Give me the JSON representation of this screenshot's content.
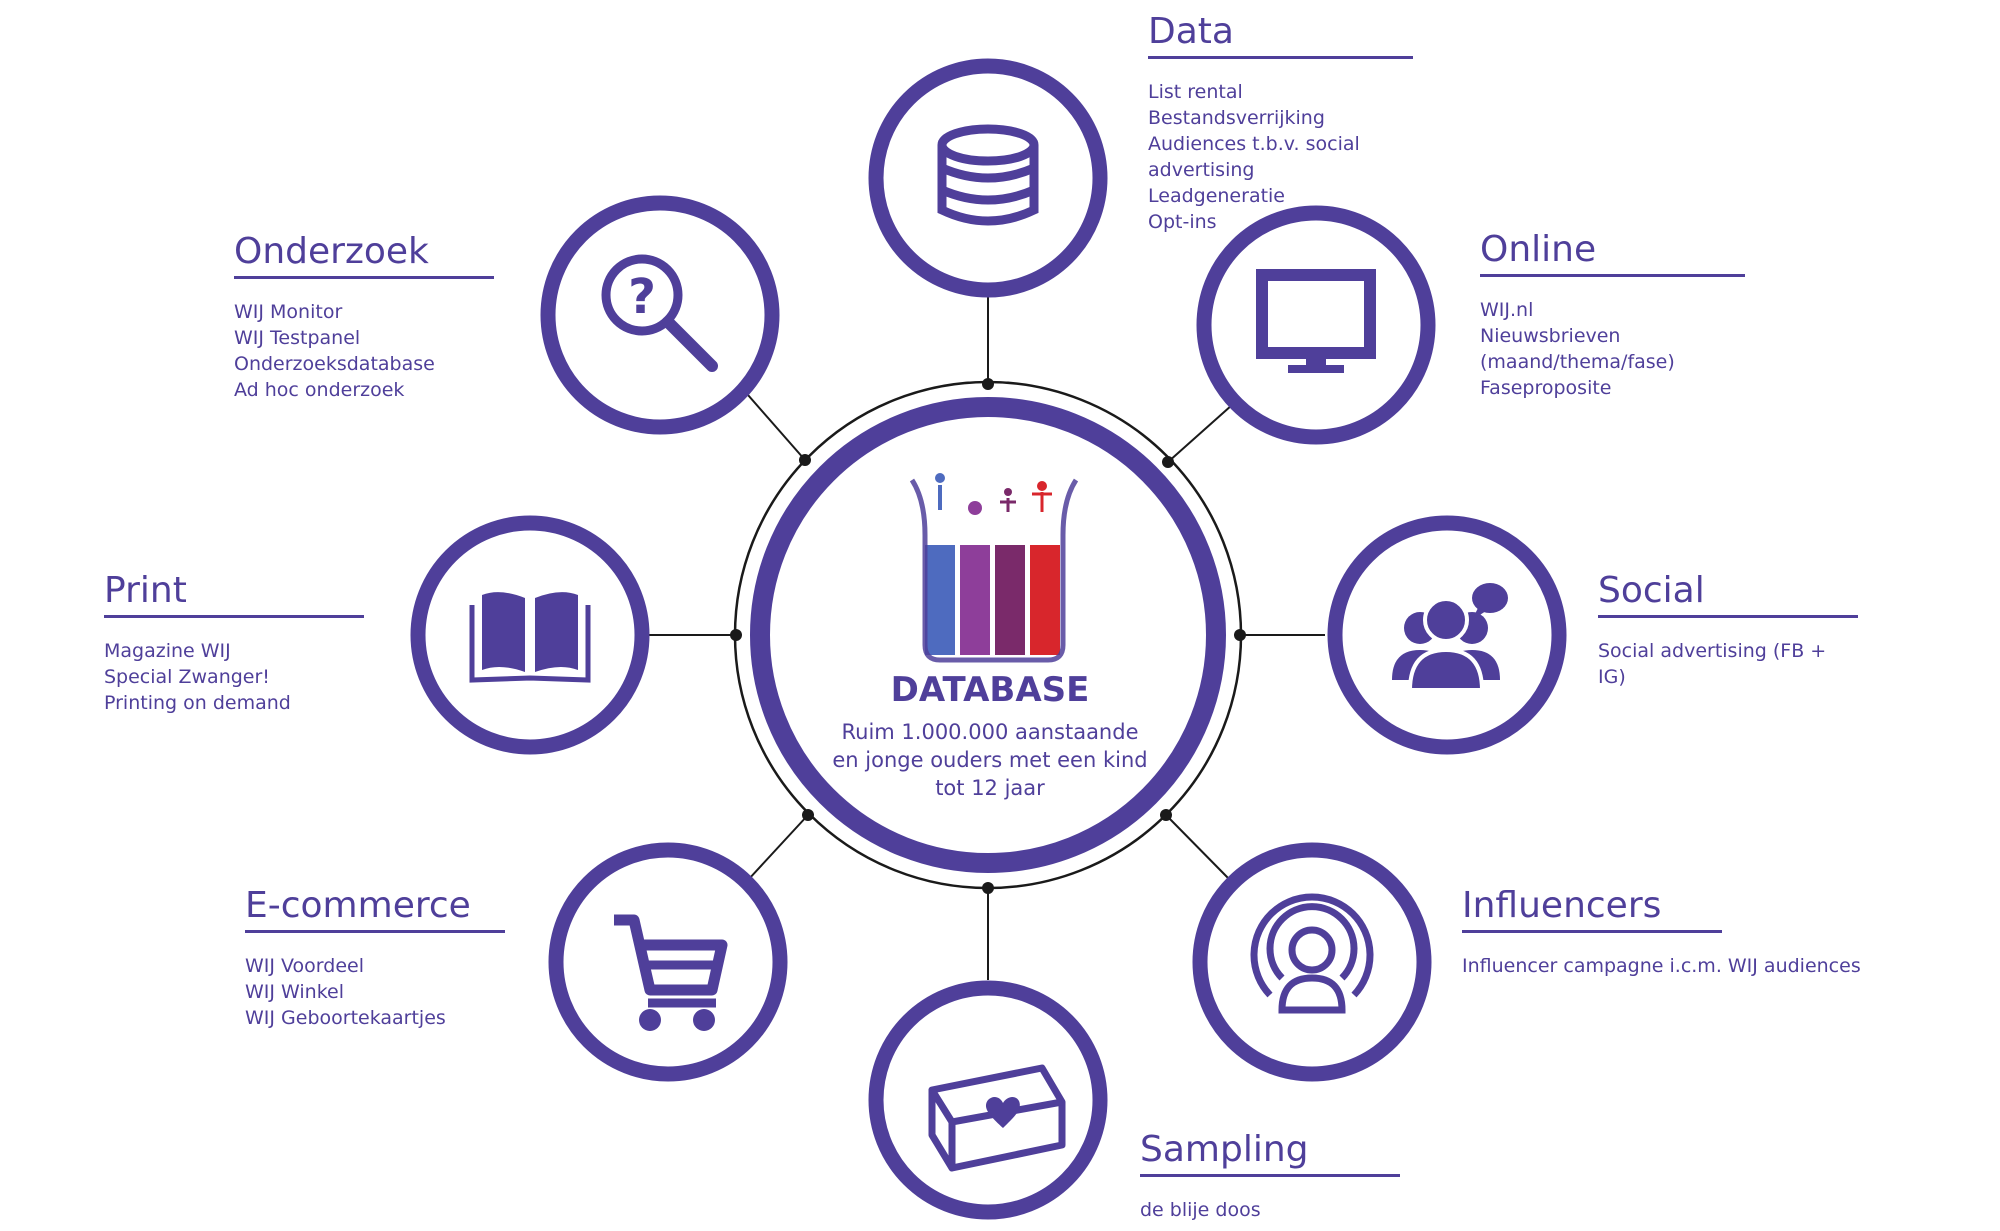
{
  "center": {
    "title": "DATABASE",
    "subtitle": "Ruim 1.000.000 aanstaande en jonge ouders met een kind tot 12 jaar"
  },
  "colors": {
    "primary": "#4f3f9a",
    "bar_blue": "#4e6bbf",
    "bar_purple": "#8e3e9a",
    "bar_plum": "#7a2a6a",
    "bar_red": "#d8262c"
  },
  "categories": [
    {
      "heading": "Data",
      "icon": "database-icon",
      "items": [
        "List rental",
        "Bestandsverrijking",
        "Audiences t.b.v. social advertising",
        "Leadgeneratie",
        "Opt-ins"
      ]
    },
    {
      "heading": "Online",
      "icon": "monitor-icon",
      "items": [
        "WIJ.nl",
        "Nieuwsbrieven (maand/thema/fase)",
        "Faseproposite"
      ]
    },
    {
      "heading": "Social",
      "icon": "users-chat-icon",
      "items": [
        "Social advertising (FB + IG)"
      ]
    },
    {
      "heading": "Influencers",
      "icon": "broadcast-person-icon",
      "items": [
        "Influencer campagne i.c.m. WIJ audiences"
      ]
    },
    {
      "heading": "Sampling",
      "icon": "heart-box-icon",
      "items": [
        "de blije doos"
      ]
    },
    {
      "heading": "E-commerce",
      "icon": "cart-icon",
      "items": [
        "WIJ Voordeel",
        "WIJ Winkel",
        "WIJ Geboortekaartjes"
      ]
    },
    {
      "heading": "Print",
      "icon": "book-icon",
      "items": [
        "Magazine WIJ",
        "Special Zwanger!",
        "Printing on demand"
      ]
    },
    {
      "heading": "Onderzoek",
      "icon": "magnifier-question-icon",
      "items": [
        "WIJ Monitor",
        "WIJ Testpanel",
        "Onderzoeksdatabase",
        "Ad hoc onderzoek"
      ]
    }
  ]
}
